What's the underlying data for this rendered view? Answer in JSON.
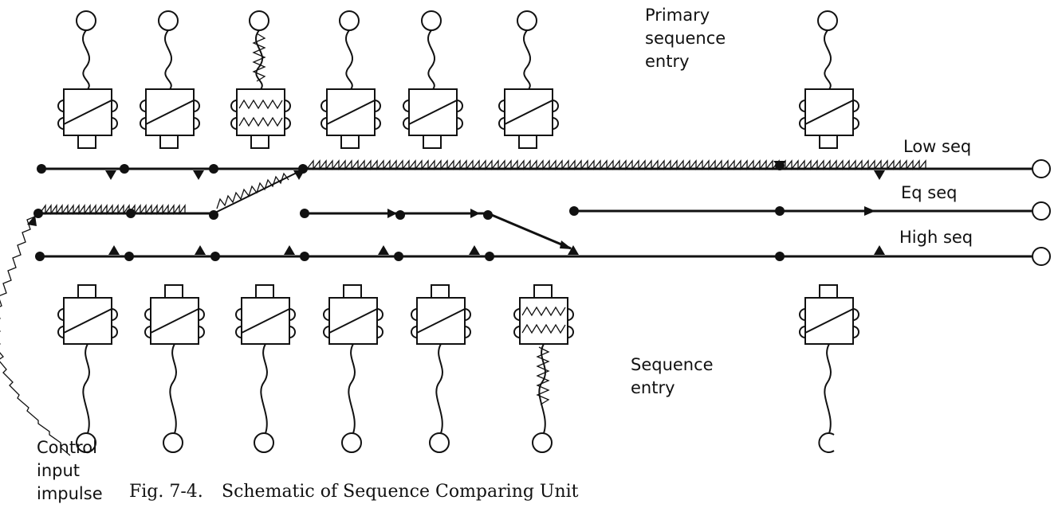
{
  "labels": {
    "primary_line1": "Primary",
    "primary_line2": "sequence",
    "primary_line3": "entry",
    "sequence_line1": "Sequence",
    "sequence_line2": "entry",
    "low_seq": "Low seq",
    "eq_seq": "Eq seq",
    "high_seq": "High seq",
    "control_line1": "Control",
    "control_line2": "input",
    "control_line3": "impulse"
  },
  "caption": {
    "number": "Fig. 7-4.",
    "title": "Schematic of Sequence Comparing Unit"
  },
  "relays": {
    "primary_count": 7,
    "sequence_count": 7,
    "energized_primary_index": 3,
    "energized_sequence_index": 6
  }
}
